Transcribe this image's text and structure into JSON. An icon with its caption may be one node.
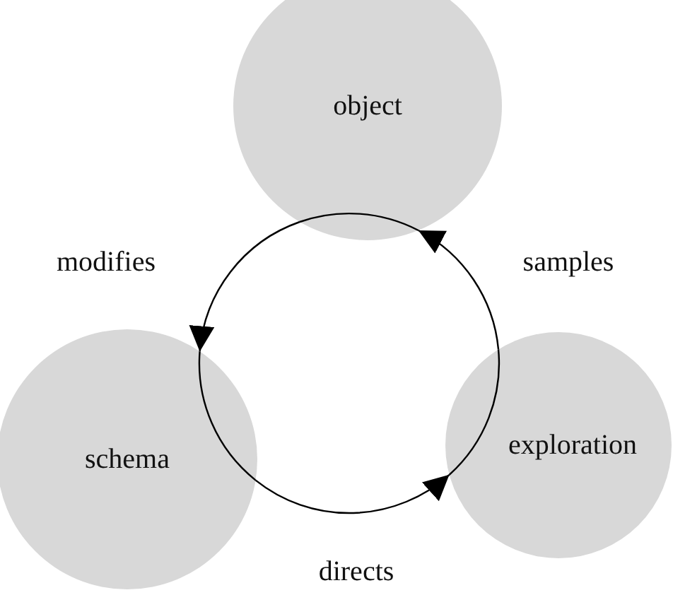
{
  "diagram": {
    "nodes": [
      {
        "text": [
          "object"
        ]
      },
      {
        "text": [
          "schema"
        ]
      },
      {
        "text": [
          "exploration"
        ]
      }
    ],
    "edges": [
      {
        "from": 0,
        "to": 1,
        "arrow": "to",
        "label": "modifies"
      },
      {
        "from": 1,
        "to": 2,
        "arrow": "to",
        "label": "directs"
      },
      {
        "from": 2,
        "to": 0,
        "arrow": "to",
        "label": "samples"
      }
    ]
  }
}
